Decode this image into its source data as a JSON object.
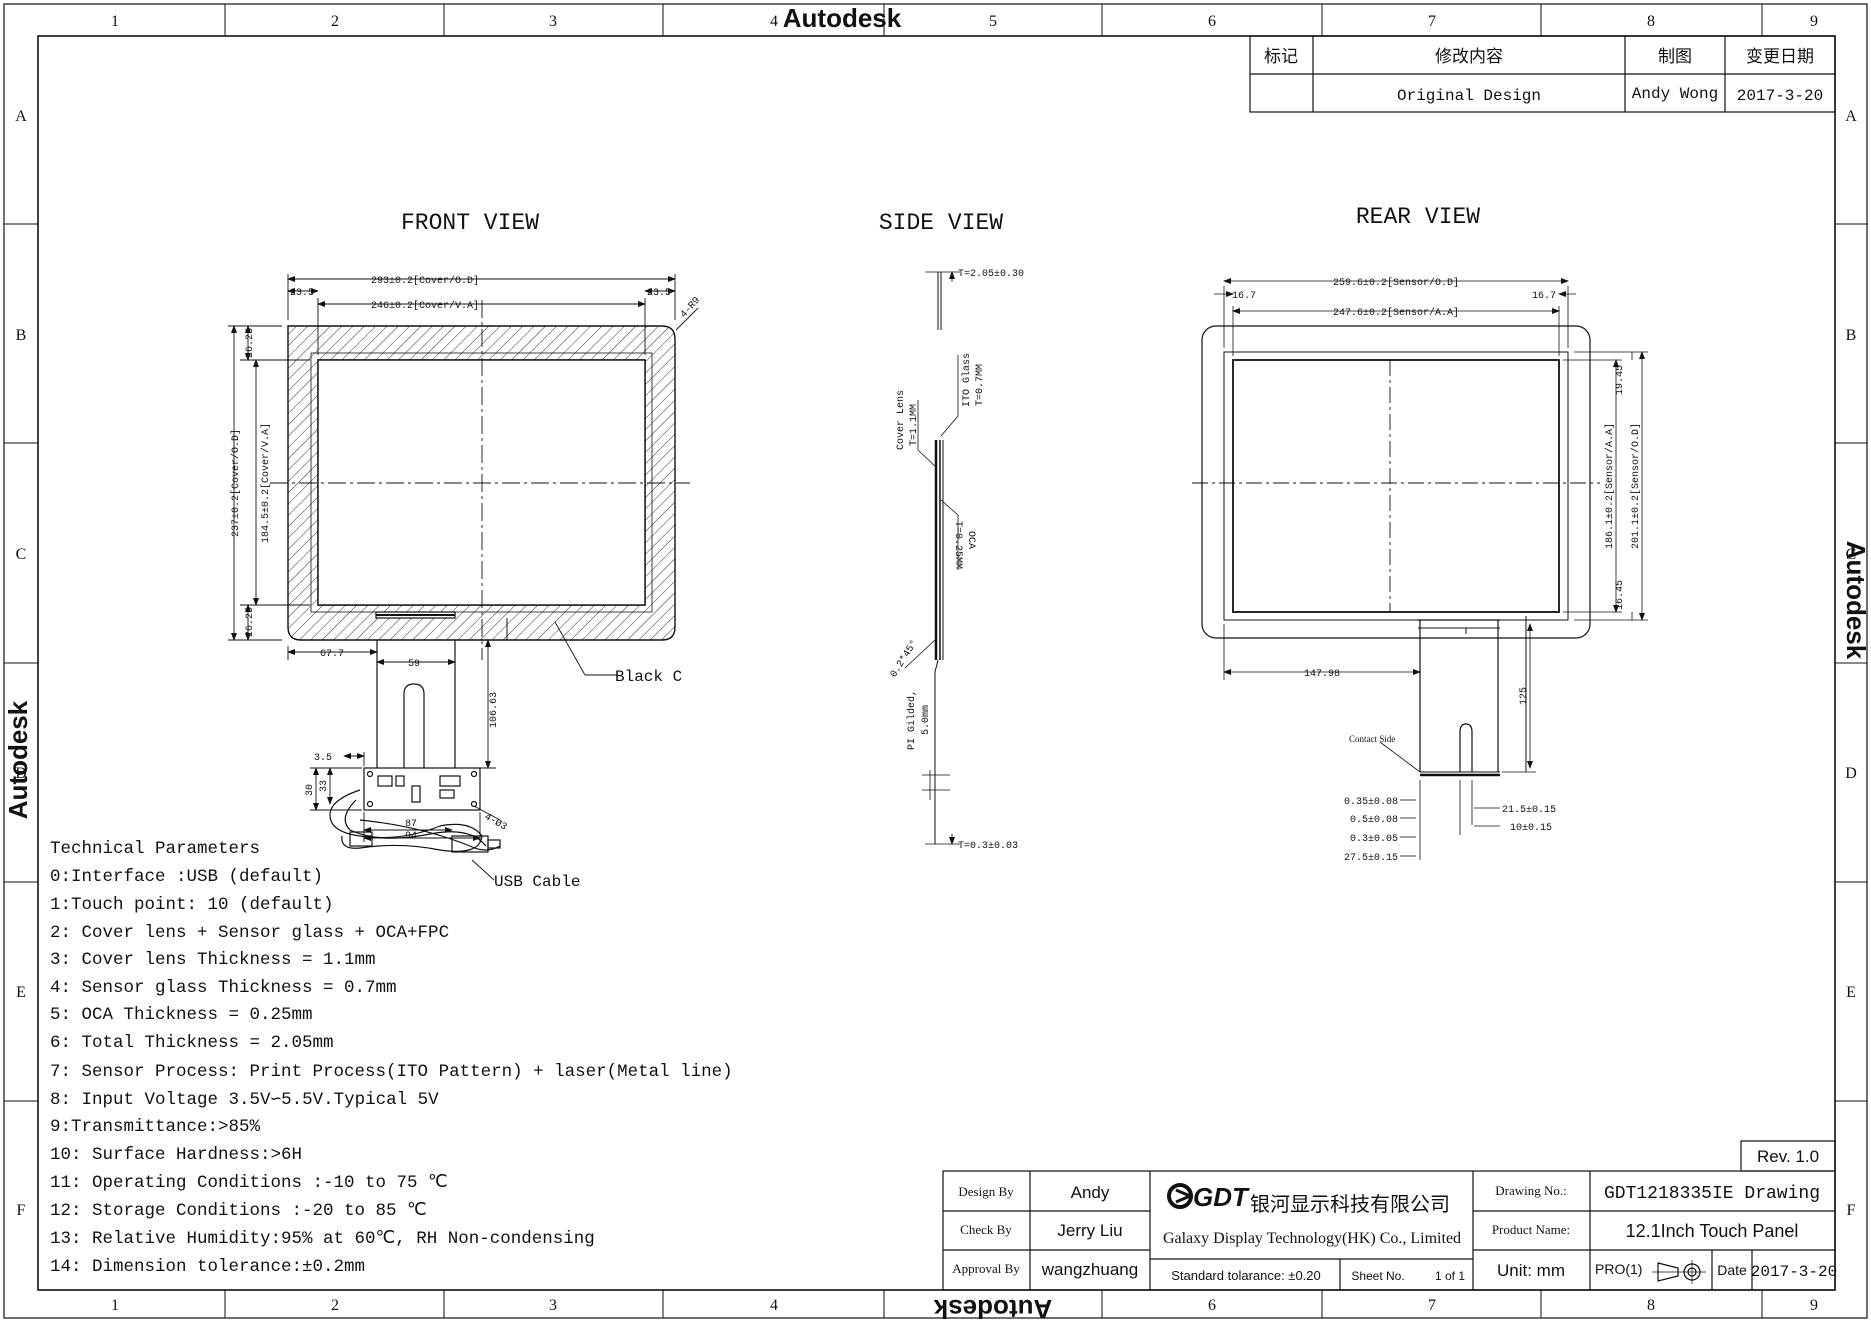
{
  "branding": {
    "watermark": "Autodesk"
  },
  "frame": {
    "columns": [
      "1",
      "2",
      "3",
      "4",
      "5",
      "6",
      "7",
      "8",
      "9"
    ],
    "rows": [
      "A",
      "B",
      "C",
      "D",
      "E",
      "F"
    ]
  },
  "revision_table": {
    "headers": [
      "标记",
      "修改内容",
      "制图",
      "变更日期"
    ],
    "row": {
      "mark": "",
      "content": "Original Design",
      "drawn_by": "Andy Wong",
      "date": "2017-3-20"
    }
  },
  "views": {
    "front": "FRONT VIEW",
    "side": "SIDE VIEW",
    "rear": "REAR VIEW"
  },
  "front_dims": {
    "cover_od_w": "293±0.2[Cover/O.D]",
    "cover_va_w": "246±0.2[Cover/V.A]",
    "left_margin": "23.5",
    "right_margin": "23.5",
    "cover_od_h": "237±0.2[Cover/O.D]",
    "cover_va_h": "184.5±0.2[Cover/V.A]",
    "top_margin": "26.25",
    "bottom_margin": "26.25",
    "radius": "4-R9",
    "fpc_offset": "67.7",
    "fpc_width": "59",
    "fpc_length": "106.63",
    "black_label": "Black C",
    "pcb_a": "3.5",
    "pcb_b": "30",
    "pcb_c": "33",
    "pcb_w1": "87",
    "pcb_w2": "94",
    "holes": "4-Ø3",
    "usb_label": "USB Cable"
  },
  "side_dims": {
    "total": "T=2.05±0.30",
    "cover_lens": "Cover Lens",
    "cover_lens_t": "T=1.1MM",
    "ito_glass": "ITO Glass",
    "ito_glass_t": "T=0.7MM",
    "oca": "OCA",
    "oca_t": "T=0.25MM",
    "chamfer": "0.2*45°",
    "pi": "PI Gilded,",
    "pi_len": "5.0mm",
    "fpc_t": "T=0.3±0.03"
  },
  "rear_dims": {
    "sensor_od_w": "259.6±0.2[Sensor/O.D]",
    "sensor_aa_w": "247.6±0.2[Sensor/A.A]",
    "left_margin": "16.7",
    "right_margin": "16.7",
    "top_margin": "19.45",
    "bottom_margin": "16.45",
    "sensor_aa_h": "186.1±0.2[Sensor/A.A]",
    "sensor_od_h": "201.1±0.2[Sensor/O.D]",
    "fpc_offset": "147.98",
    "fpc_len": "125",
    "contact": "Contact Side",
    "pitch1": "0.35±0.08",
    "pitch2": "0.5±0.08",
    "pitch3": "0.3±0.05",
    "pitch4": "27.5±0.15",
    "w1": "21.5±0.15",
    "w2": "10±0.15"
  },
  "tech_params": {
    "title": "Technical Parameters",
    "items": [
      "0:Interface :USB (default)",
      "1:Touch point: 10 (default)",
      "2: Cover lens + Sensor glass + OCA+FPC",
      "3: Cover lens Thickness = 1.1mm",
      "4: Sensor glass Thickness = 0.7mm",
      "5: OCA Thickness = 0.25mm",
      "6: Total Thickness = 2.05mm",
      "7: Sensor Process: Print Process(ITO Pattern) + laser(Metal line)",
      "8: Input Voltage  3.5V∽5.5V.Typical 5V",
      "9:Transmittance:>85%",
      "10: Surface Hardness:>6H",
      "11: Operating Conditions :-10 to 75 ℃",
      "12: Storage Conditions :-20 to 85 ℃",
      "13: Relative Humidity:95% at 60℃, RH Non-condensing",
      "14: Dimension tolerance:±0.2mm"
    ]
  },
  "title_block": {
    "rev": "Rev. 1.0",
    "design_label": "Design By",
    "design_value": "Andy",
    "check_label": "Check By",
    "check_value": "Jerry Liu",
    "approval_label": "Approval By",
    "approval_value": "wangzhuang",
    "logo": "GDT",
    "company_cn": "银河显示科技有限公司",
    "company_en": "Galaxy Display Technology(HK) Co., Limited",
    "tolerance": "Standard tolarance: ±0.20",
    "sheet_label": "Sheet No.",
    "sheet_value": "1 of 1",
    "drawing_label": "Drawing No.:",
    "drawing_value": "GDT1218335IE Drawing",
    "product_label": "Product Name:",
    "product_value": "12.1Inch Touch Panel",
    "unit": "Unit: mm",
    "projection": "PRO(1)",
    "date_label": "Date",
    "date_value": "2017-3-20"
  }
}
